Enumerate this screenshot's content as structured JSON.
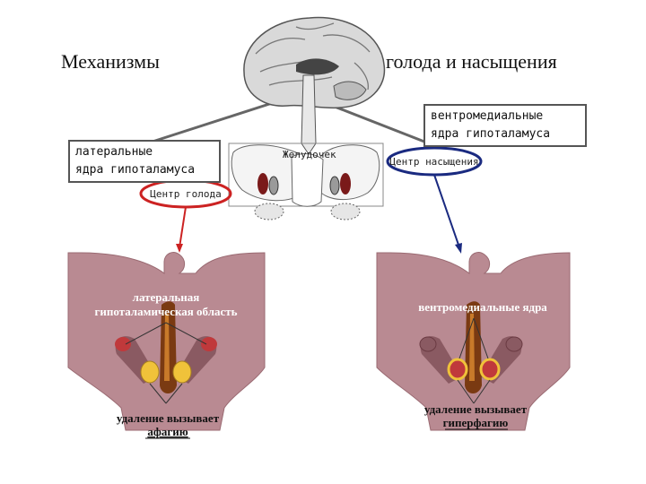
{
  "title_left": "Механизмы",
  "title_right": "голода и насыщения",
  "box_lateral": {
    "line1": "латеральные",
    "line2": "ядра гипоталамуса"
  },
  "box_vmh": {
    "line1": "вентромедиальные",
    "line2": "ядра гипоталамуса"
  },
  "scheme": {
    "stomach": "Желудочек",
    "hunger_center": "Центр голода",
    "satiety_center": "Центр насыщения"
  },
  "left_panel": {
    "area_line1": "латеральная",
    "area_line2": "гипоталамическая область",
    "result_line1": "удаление вызывает",
    "result_line2": "афагию"
  },
  "right_panel": {
    "area": "вентромедиальные ядра",
    "result_line1": "удаление вызывает",
    "result_line2": "гиперфагию"
  },
  "colors": {
    "tissue": "#b98a92",
    "tissue_dark": "#8a5a62",
    "nucleus_red": "#c0393b",
    "nucleus_yellow": "#f0c23a",
    "hunger_ring": "#cc2222",
    "satiety_ring": "#1a2a80"
  }
}
